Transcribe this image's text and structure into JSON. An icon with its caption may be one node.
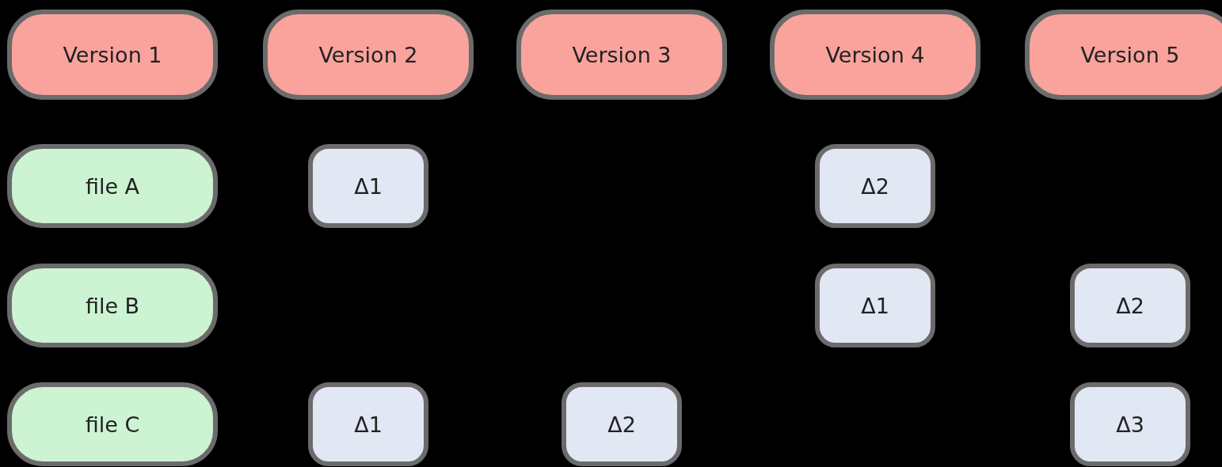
{
  "diagram": {
    "nodes": [
      {
        "text": [
          "Version 1"
        ]
      },
      {
        "text": [
          "Version 2"
        ]
      },
      {
        "text": [
          "Version 3"
        ]
      },
      {
        "text": [
          "Version 4"
        ]
      },
      {
        "text": [
          "Version 5"
        ]
      },
      {
        "text": [
          "file A"
        ]
      },
      {
        "text": [
          "Δ1"
        ]
      },
      {
        "text": [
          "Δ2"
        ]
      },
      {
        "text": [
          "file B"
        ]
      },
      {
        "text": [
          "Δ1"
        ]
      },
      {
        "text": [
          "Δ2"
        ]
      },
      {
        "text": [
          "file C"
        ]
      },
      {
        "text": [
          "Δ1"
        ]
      },
      {
        "text": [
          "Δ2"
        ]
      },
      {
        "text": [
          "Δ3"
        ]
      }
    ]
  }
}
